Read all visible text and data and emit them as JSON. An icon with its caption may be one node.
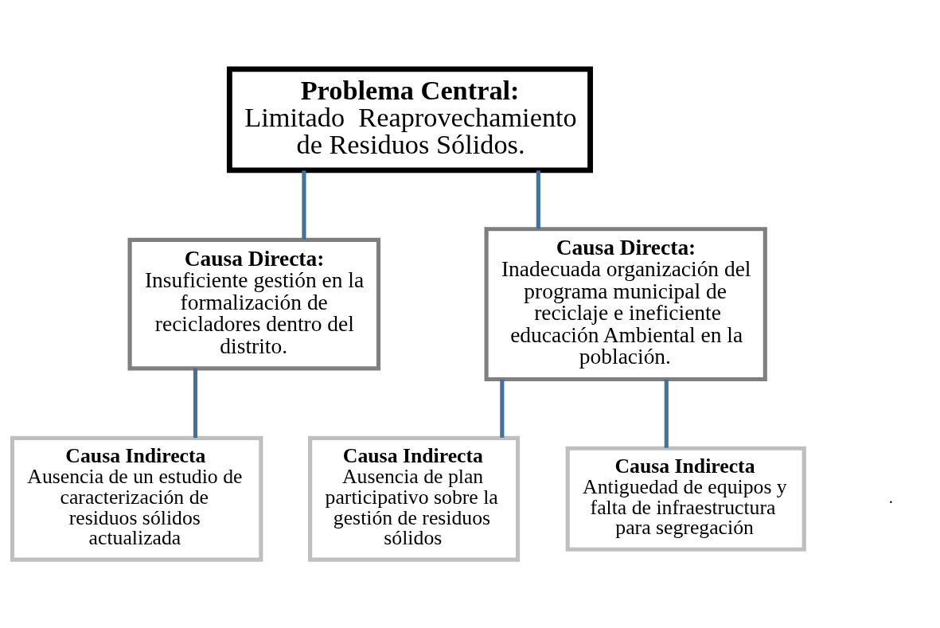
{
  "diagram": {
    "nodes": [
      {
        "text": [
          "Problema Central:",
          "Limitado  Reaprovechamiento de Residuos Sólidos."
        ]
      },
      {
        "text": [
          "Causa Directa:",
          "Insuficiente gestión en la formalización de recicladores dentro del distrito."
        ]
      },
      {
        "text": [
          "Causa Directa:",
          "Inadecuada organización del programa municipal de reciclaje e ineficiente educación Ambiental en la población."
        ]
      },
      {
        "text": [
          "Causa Indirecta",
          "Ausencia de un estudio de caracterización de residuos sólidos actualizada"
        ]
      },
      {
        "text": [
          "Causa Indirecta",
          "Ausencia de plan participativo sobre la gestión de residuos sólidos"
        ]
      },
      {
        "text": [
          "Causa Indirecta",
          "Antiguedad de equipos y falta de infraestructura para segregación"
        ]
      }
    ],
    "edges": [
      {
        "from": 0,
        "to": 1,
        "arrow": "none"
      },
      {
        "from": 0,
        "to": 2,
        "arrow": "none"
      },
      {
        "from": 1,
        "to": 3,
        "arrow": "none"
      },
      {
        "from": 2,
        "to": 4,
        "arrow": "none"
      },
      {
        "from": 2,
        "to": 5,
        "arrow": "none"
      }
    ],
    "labels": [
      "."
    ]
  }
}
